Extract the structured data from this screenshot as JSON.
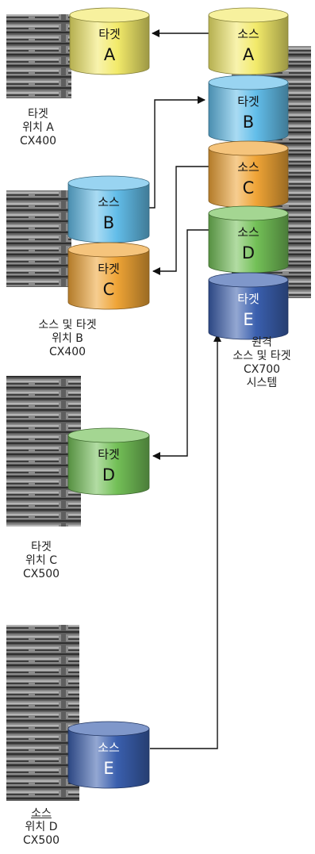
{
  "colors": {
    "yellow": "#f2ea6a",
    "light_blue": "#62bde9",
    "orange": "#efa436",
    "green": "#73c057",
    "dark_blue": "#3a5fae",
    "rack": "#6b6b6b",
    "arrow": "#111111"
  },
  "cylinders": {
    "target_a": {
      "role": "타겟",
      "letter": "A",
      "color": "yellow"
    },
    "source_a": {
      "role": "소스",
      "letter": "A",
      "color": "yellow"
    },
    "target_b": {
      "role": "타겟",
      "letter": "B",
      "color": "light_blue"
    },
    "source_c": {
      "role": "소스",
      "letter": "C",
      "color": "orange"
    },
    "source_d": {
      "role": "소스",
      "letter": "D",
      "color": "green"
    },
    "target_e": {
      "role": "타겟",
      "letter": "E",
      "color": "dark_blue"
    },
    "source_b": {
      "role": "소스",
      "letter": "B",
      "color": "light_blue"
    },
    "target_c": {
      "role": "타겟",
      "letter": "C",
      "color": "orange"
    },
    "target_d": {
      "role": "타겟",
      "letter": "D",
      "color": "green"
    },
    "source_e": {
      "role": "소스",
      "letter": "E",
      "color": "dark_blue"
    }
  },
  "sites": {
    "a": {
      "line1": "타겟",
      "line2": "위치 A",
      "line3": "CX400"
    },
    "b": {
      "line1": "소스 및 타겟",
      "line2": "위치 B",
      "line3": "CX400"
    },
    "c": {
      "line1": "타겟",
      "line2": "위치 C",
      "line3": "CX500"
    },
    "d": {
      "line1": "소스",
      "line2": "위치 D",
      "line3": "CX500"
    },
    "remote": {
      "line1": "원격",
      "line2": "소스 및 타겟",
      "line3": "CX700",
      "line4": "시스템"
    }
  }
}
